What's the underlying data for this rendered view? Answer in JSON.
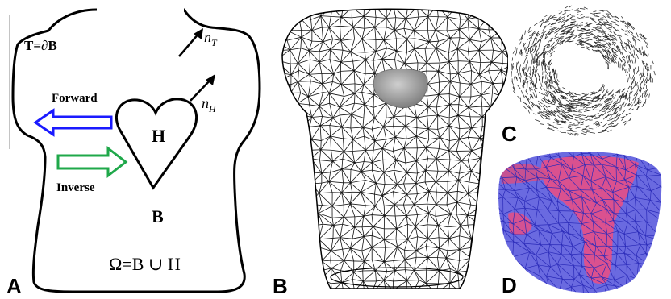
{
  "panel_a": {
    "label": "A",
    "boundary_label": "T=∂B",
    "normal_torso": "n",
    "normal_torso_sub": "T",
    "normal_heart": "n",
    "normal_heart_sub": "H",
    "forward_label": "Forward",
    "inverse_label": "Inverse",
    "heart_label": "H",
    "body_label": "B",
    "domain_label": "Ω=B ∪ H",
    "colors": {
      "forward_arrow": "#1a1aff",
      "inverse_arrow": "#1fa84a",
      "outline": "#000000"
    }
  },
  "panel_b": {
    "label": "B",
    "description_icon": "torso-wireframe-mesh"
  },
  "panel_c": {
    "label": "C",
    "description_icon": "fiber-orientation-field"
  },
  "panel_d": {
    "label": "D",
    "colors": {
      "mesh": "#3a3ad0",
      "inner": "#e0508a"
    }
  }
}
